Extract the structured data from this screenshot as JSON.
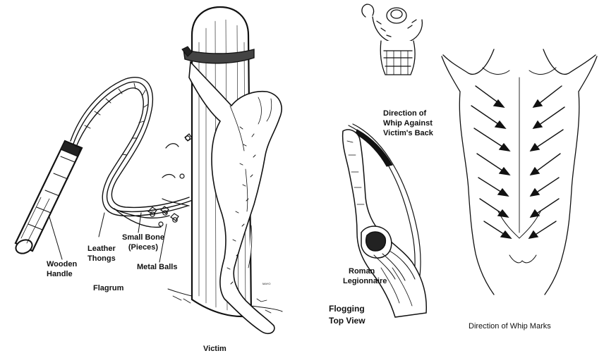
{
  "labels": {
    "wooden_handle": [
      "Wooden",
      "Handle"
    ],
    "leather_thongs": [
      "Leather",
      "Thongs"
    ],
    "small_bone": [
      "Small Bone",
      "(Pieces)"
    ],
    "metal_balls": "Metal Balls",
    "flagrum": "Flagrum",
    "victim": "Victim",
    "direction_against_back": [
      "Direction of",
      "Whip Against",
      "Victim's Back"
    ],
    "roman_legionnaire": [
      "Roman",
      "Legionnaire"
    ],
    "flogging_top_view": [
      "Flogging",
      "Top View"
    ],
    "direction_of_marks": "Direction of Whip Marks"
  },
  "colors": {
    "ink": "#111111",
    "paper": "#ffffff"
  }
}
